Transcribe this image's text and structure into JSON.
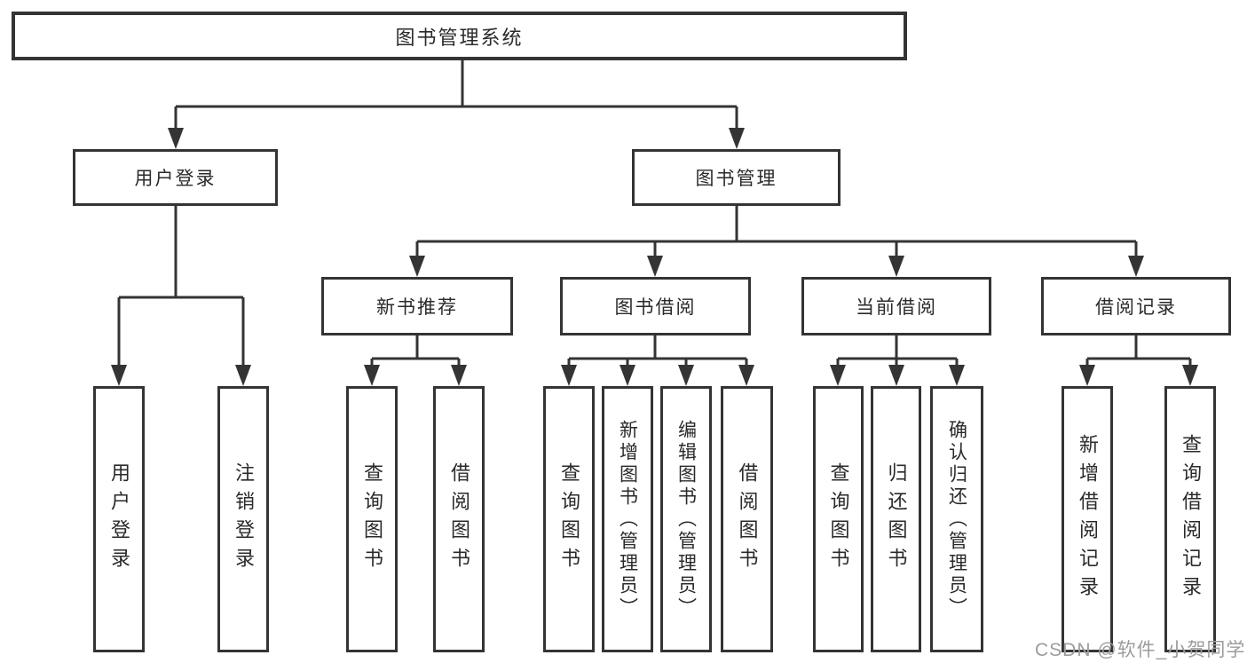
{
  "diagram": {
    "tree": {
      "label": "图书管理系统",
      "children": [
        {
          "label": "用户登录",
          "leaves": [
            "用户登录",
            "注销登录"
          ]
        },
        {
          "label": "图书管理",
          "children": [
            {
              "label": "新书推荐",
              "leaves": [
                "查询图书",
                "借阅图书"
              ]
            },
            {
              "label": "图书借阅",
              "leaves": [
                "查询图书",
                "新增图书（管理员）",
                "编辑图书（管理员）",
                "借阅图书"
              ]
            },
            {
              "label": "当前借阅",
              "leaves": [
                "查询图书",
                "归还图书",
                "确认归还（管理员）"
              ]
            },
            {
              "label": "借阅记录",
              "leaves": [
                "新增借阅记录",
                "查询借阅记录"
              ]
            }
          ]
        }
      ]
    }
  },
  "watermark": "CSDN @软件_小贺同学",
  "colors": {
    "line": "#343434",
    "text": "#2a2a2a",
    "watermark": "#9c9c9c",
    "background": "#ffffff"
  }
}
